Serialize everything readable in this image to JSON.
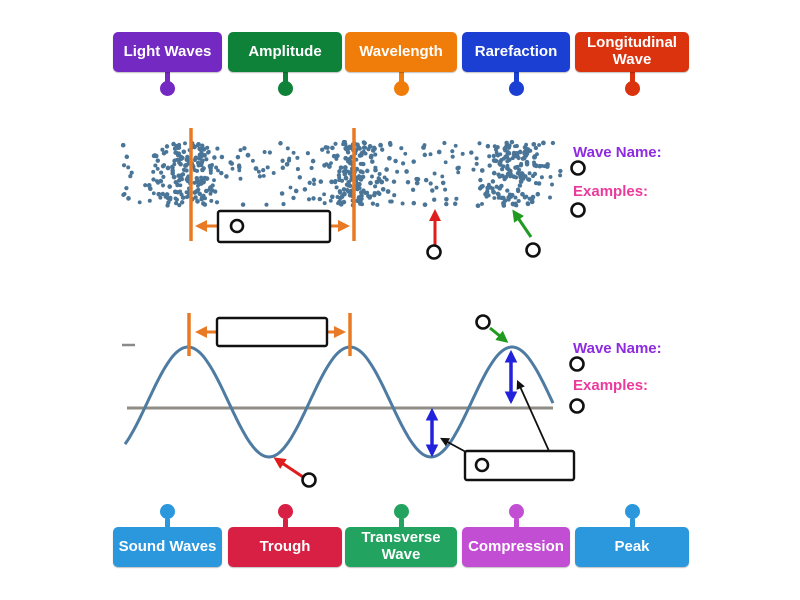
{
  "top_labels": [
    {
      "text": "Light Waves",
      "color": "#7529c3"
    },
    {
      "text": "Amplitude",
      "color": "#0f823a"
    },
    {
      "text": "Wavelength",
      "color": "#f07d0a"
    },
    {
      "text": "Rarefaction",
      "color": "#1b3fd2"
    },
    {
      "text": "Longitudinal Wave",
      "color": "#da330e"
    }
  ],
  "bottom_labels": [
    {
      "text": "Sound Waves",
      "color": "#2b97dd"
    },
    {
      "text": "Trough",
      "color": "#d72043"
    },
    {
      "text": "Transverse Wave",
      "color": "#22a35f"
    },
    {
      "text": "Compression",
      "color": "#c24fd3"
    },
    {
      "text": "Peak",
      "color": "#2b97dd"
    }
  ],
  "longitudinal_section": {
    "wave_name_label": "Wave Name:",
    "examples_label": "Examples:"
  },
  "transverse_section": {
    "wave_name_label": "Wave Name:",
    "examples_label": "Examples:"
  },
  "colors": {
    "wave_name_text": "#8e2ae0",
    "examples_text": "#ec3a9c",
    "wave_curve": "#4d7ba1",
    "particle_dots": "#4a7597",
    "baseline": "#8f8c86",
    "wavelength_marker": "#e87a25",
    "amplitude_arrow": "#2222dd",
    "red_pointer": "#e01d1d",
    "green_pointer": "#219a21",
    "connector_line": "#111111"
  }
}
